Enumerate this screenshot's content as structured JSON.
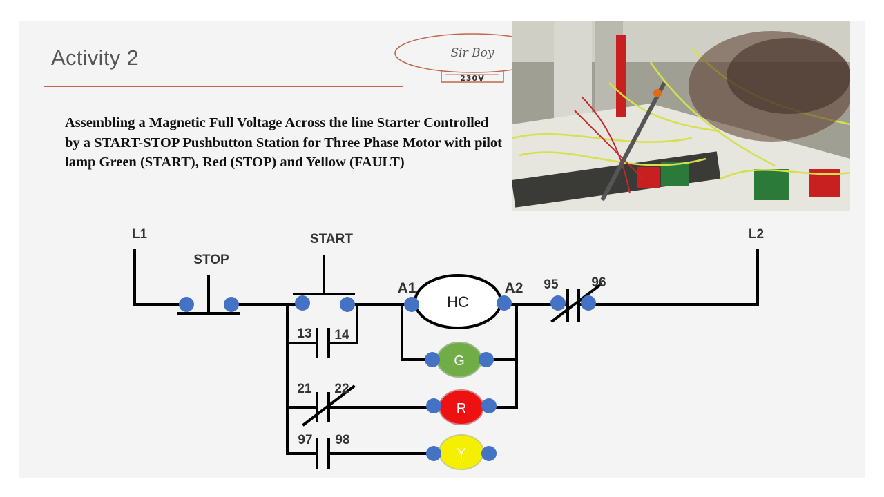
{
  "slide": {
    "title": "Activity 2",
    "description": "Assembling a Magnetic Full Voltage Across the line Starter Controlled by a START-STOP Pushbutton Station for Three Phase Motor with pilot lamp Green (START), Red (STOP) and Yellow (FAULT)"
  },
  "logo": {
    "text": "Sir Boy",
    "voltage": "230V"
  },
  "photo": {
    "subject": "hands wiring a control panel with screwdriver"
  },
  "diagram": {
    "line1": "L1",
    "line2": "L2",
    "stop": "STOP",
    "start": "START",
    "coil_terminal_a1": "A1",
    "coil_terminal_a2": "A2",
    "coil": "HC",
    "overload_95": "95",
    "overload_96": "96",
    "aux_13": "13",
    "aux_14": "14",
    "aux_21": "21",
    "aux_22": "22",
    "aux_97": "97",
    "aux_98": "98",
    "lamp_green": "G",
    "lamp_red": "R",
    "lamp_yellow": "Y"
  },
  "colors": {
    "title_rule": "#c0664a",
    "terminal": "#4472c4",
    "lamp_green": "#70ad47",
    "lamp_red": "#ee1111",
    "lamp_yellow": "#f5f000",
    "wire": "#000000"
  }
}
